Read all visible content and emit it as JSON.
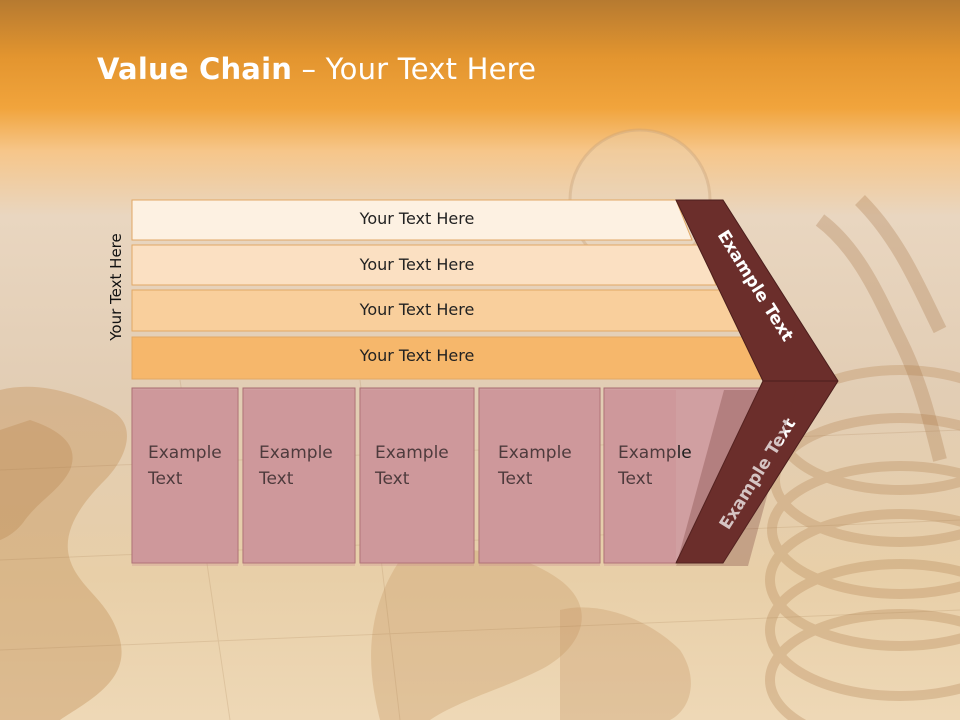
{
  "slide": {
    "title_bold": "Value Chain",
    "title_rest": " – Your Text Here",
    "side_label": "Your Text Here",
    "rows": [
      {
        "label": "Your Text Here"
      },
      {
        "label": "Your Text Here"
      },
      {
        "label": "Your Text Here"
      },
      {
        "label": "Your Text Here"
      }
    ],
    "boxes": [
      {
        "line1": "Example",
        "line2": "Text"
      },
      {
        "line1": "Example",
        "line2": "Text"
      },
      {
        "line1": "Example",
        "line2": "Text"
      },
      {
        "line1": "Example",
        "line2": "Text"
      },
      {
        "line1": "Example",
        "line2": "Text"
      }
    ],
    "chevron_top_label": "Example Text",
    "chevron_bottom_label": "Example Text"
  },
  "colors": {
    "header_orange": "#f1a43c",
    "row_1": "#fdf1e2",
    "row_2": "#fbe0c2",
    "row_3": "#f9cf9c",
    "row_4": "#f6b76b",
    "box_fill": "#d09fa1",
    "chevron_fill": "#6b2e2b"
  }
}
